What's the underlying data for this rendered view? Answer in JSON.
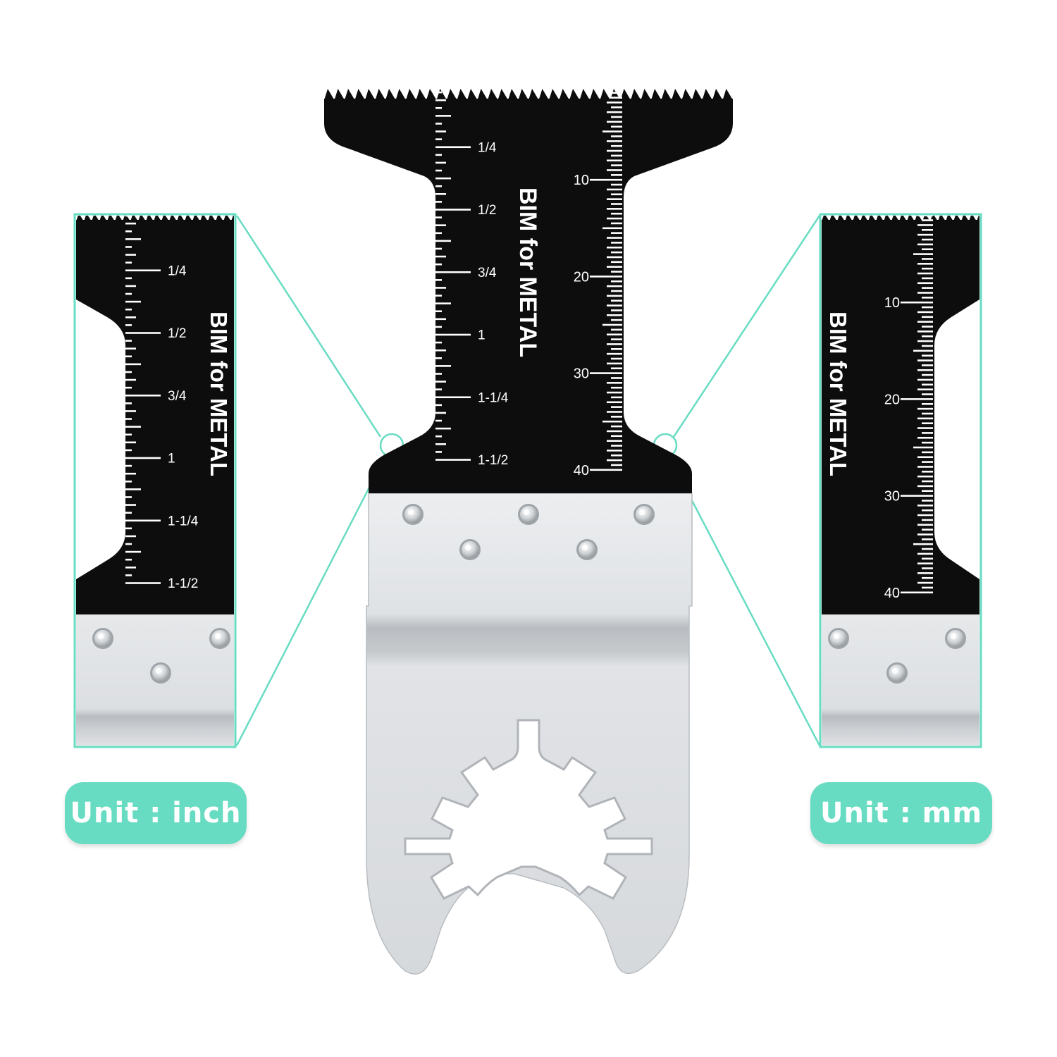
{
  "colors": {
    "accent": "#68dcc2",
    "blade": "#0d0d0d",
    "steel_light": "#e4e6e8",
    "steel_dark": "#b8bcc0",
    "marking": "#ffffff"
  },
  "blade": {
    "label": "BIM for METAL",
    "inch_scale": {
      "labels": [
        "1/4",
        "1/2",
        "3/4",
        "1",
        "1-1/4",
        "1-1/2"
      ],
      "max_inch": 1.5,
      "divisions_per_inch": 32
    },
    "mm_scale": {
      "labels": [
        "10",
        "20",
        "30",
        "40"
      ],
      "max_mm": 40
    }
  },
  "detail_inch": {
    "label": "BIM for METAL",
    "labels": [
      "1/4",
      "1/2",
      "3/4",
      "1",
      "1-1/4",
      "1-1/2"
    ]
  },
  "detail_mm": {
    "label": "BIM for METAL",
    "labels": [
      "10",
      "20",
      "30",
      "40"
    ]
  },
  "badges": {
    "inch": "Unit : inch",
    "mm": "Unit : mm"
  },
  "icons": {
    "rivet": "rivet-icon",
    "mount": "starlock-mount-icon"
  }
}
